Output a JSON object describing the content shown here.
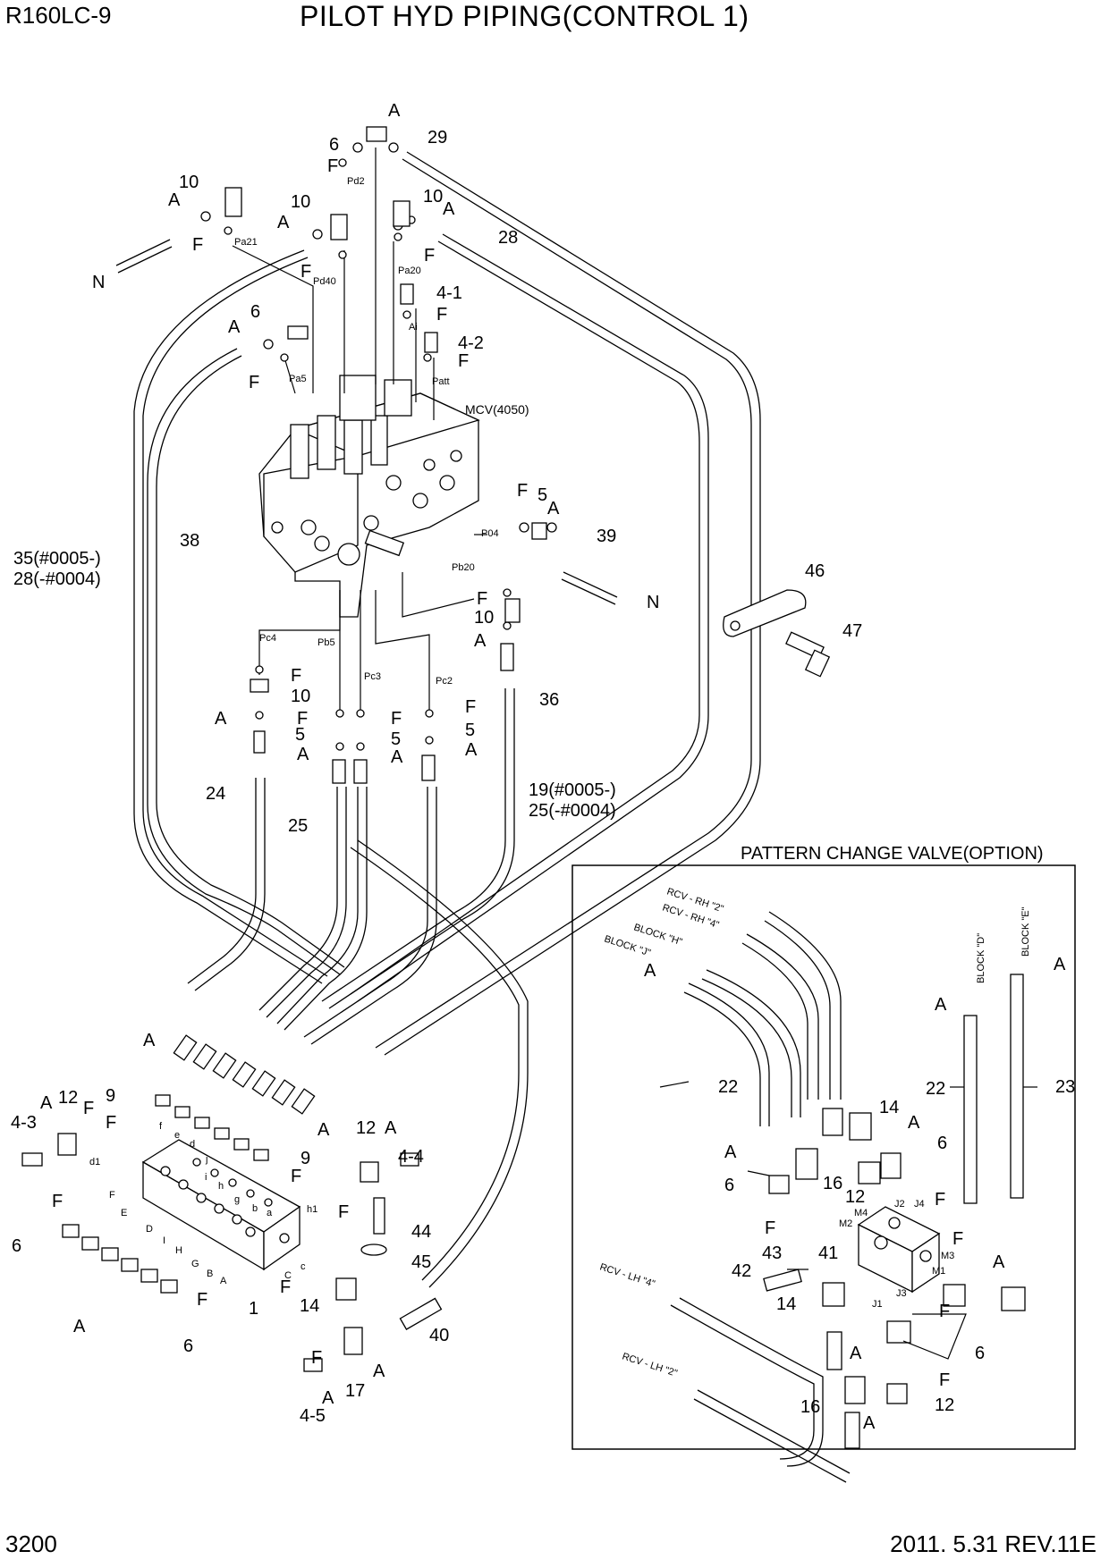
{
  "header": {
    "model": "R160LC-9",
    "title": "PILOT HYD PIPING(CONTROL 1)"
  },
  "footer": {
    "page": "3200",
    "revision": "2011. 5.31  REV.11E"
  },
  "main": {
    "mcv_label": "MCV(4050)",
    "part_numbers": {
      "p1": "1",
      "p4_1": "4-1",
      "p4_2": "4-2",
      "p4_3": "4-3",
      "p4_4": "4-4",
      "p4_5": "4-5",
      "p5": "5",
      "p6": "6",
      "p9": "9",
      "p10": "10",
      "p12": "12",
      "p14": "14",
      "p16": "16",
      "p17": "17",
      "p19": "19(#0005-)",
      "p19b": "25(-#0004)",
      "p22": "22",
      "p23": "23",
      "p24": "24",
      "p25": "25",
      "p28": "28",
      "p29": "29",
      "p35": "35(#0005-)",
      "p35b": "28(-#0004)",
      "p36": "36",
      "p38": "38",
      "p39": "39",
      "p40": "40",
      "p41": "41",
      "p42": "42",
      "p43": "43",
      "p44": "44",
      "p45": "45",
      "p46": "46",
      "p47": "47"
    },
    "letters": {
      "A": "A",
      "F": "F",
      "N": "N"
    },
    "ports": {
      "pd2": "Pd2",
      "pa21": "Pa21",
      "pd40": "Pd40",
      "pa20": "Pa20",
      "ai": "Ai",
      "patt": "Patt",
      "pa5": "Pa5",
      "p04": "P04",
      "pb20": "Pb20",
      "pc4": "Pc4",
      "pb5": "Pb5",
      "pc3": "Pc3",
      "pc2": "Pc2",
      "d1": "d1",
      "h1": "h1"
    },
    "block_ports": [
      "f",
      "e",
      "d",
      "j",
      "i",
      "h",
      "g",
      "b",
      "a",
      "F",
      "E",
      "D",
      "I",
      "H",
      "G",
      "B",
      "A",
      "c",
      "C"
    ]
  },
  "pattern_change": {
    "title": "PATTERN CHANGE VALVE(OPTION)",
    "labels": {
      "rcv_rh2": "RCV - RH \"2\"",
      "rcv_rh4": "RCV - RH \"4\"",
      "block_h": "BLOCK \"H\"",
      "block_j": "BLOCK \"J\"",
      "block_d": "BLOCK \"D\"",
      "block_e": "BLOCK \"E\"",
      "rcv_lh4": "RCV - LH \"4\"",
      "rcv_lh2": "RCV - LH \"2\""
    },
    "ports": [
      "M4",
      "M2",
      "J2",
      "J4",
      "M3",
      "M1",
      "J1",
      "J3"
    ]
  }
}
